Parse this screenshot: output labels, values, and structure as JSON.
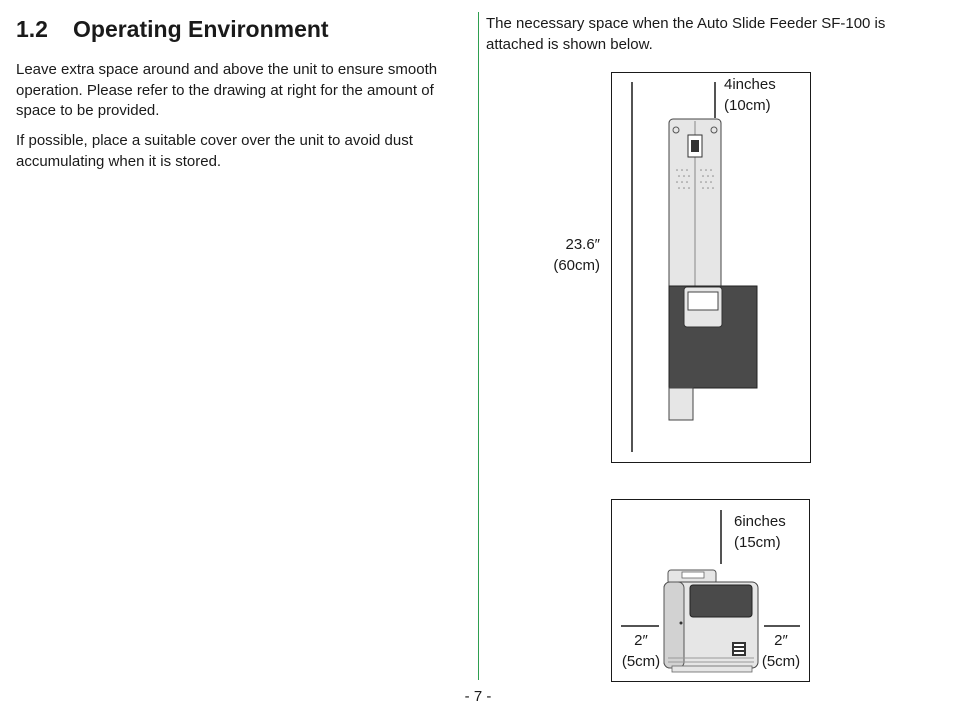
{
  "section": {
    "number": "1.2",
    "title": "Operating Environment",
    "paragraph1": "Leave extra space around and above the unit to ensure smooth operation.  Please refer to the drawing at right for the amount of space to be provided.",
    "paragraph2": "If possible, place a suitable cover over the unit to avoid dust accumulating when it is stored."
  },
  "right_column": {
    "intro": "The necessary space when the Auto Slide Feeder SF-100 is attached is shown below."
  },
  "side_view": {
    "top_clearance_line1": "4inches",
    "top_clearance_line2": "(10cm)",
    "height_line1": "23.6″",
    "height_line2": "(60cm)"
  },
  "front_view": {
    "top_clearance_line1": "6inches",
    "top_clearance_line2": "(15cm)",
    "left_clearance_line1": "2″",
    "left_clearance_line2": "(5cm)",
    "right_clearance_line1": "2″",
    "right_clearance_line2": "(5cm)"
  },
  "colors": {
    "divider": "#2e9e4f",
    "unit_body": "#e6e6e6",
    "unit_dark": "#4a4a4a"
  },
  "page_number": "- 7 -"
}
